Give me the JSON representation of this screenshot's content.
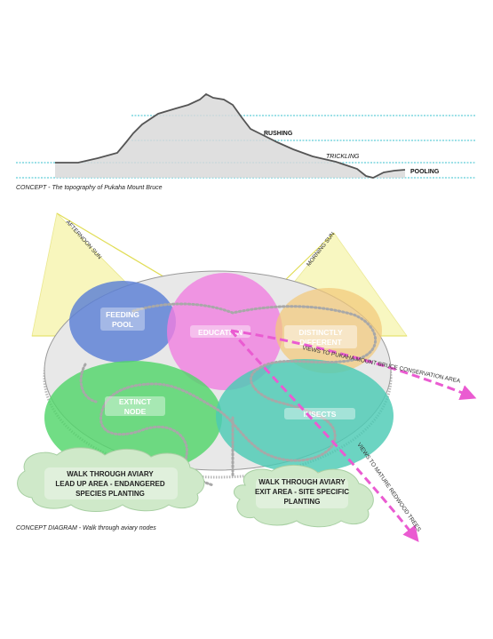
{
  "topography": {
    "levels": [
      "RUSHING",
      "TRICKLING",
      "POOLING"
    ],
    "caption": "CONCEPT  - The topography of Pukaha Mount Bruce"
  },
  "sun": {
    "afternoon": "AFTERNOON SUN",
    "morning": "MORNING SUN"
  },
  "nodes": {
    "feeding": [
      "FEEDING",
      "POOL"
    ],
    "education": "EDUCATION",
    "distinct": [
      "DISTINCTLY",
      "DIFFERENT"
    ],
    "extinct": [
      "EXTINCT",
      "NODE"
    ],
    "insects": "INSECTS"
  },
  "views": {
    "conservation": "VIEWS TO PUKAHA MOUNT BRUCE CONSERVATION AREA",
    "redwood": "VIEWS TO MATURE REDWOOD TREES"
  },
  "clouds": {
    "left": [
      "WALK THROUGH AVIARY",
      "LEAD UP AREA - ENDANGERED",
      "SPECIES PLANTING"
    ],
    "right": [
      "WALK THROUGH AVIARY",
      "EXIT AREA - SITE SPECIFIC",
      "PLANTING"
    ]
  },
  "diagram_caption": "CONCEPT DIAGRAM - Walk through aviary nodes",
  "colors": {
    "water": "#39c2cf",
    "feeding": "#5a7fd6",
    "education": "#f07ee0",
    "distinct": "#f2c97a",
    "extinct": "#52d66a",
    "insects": "#4ccbb5",
    "sun": "#f6f4a8",
    "arrow": "#ea5bd1",
    "cloud": "#cfe9c9"
  }
}
